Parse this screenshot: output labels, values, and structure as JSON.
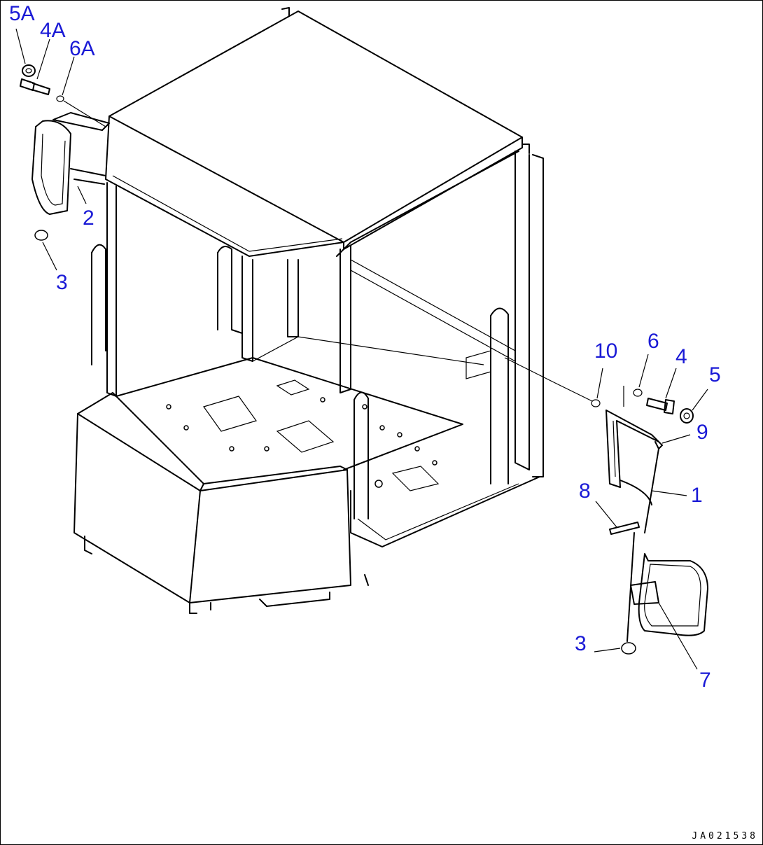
{
  "drawing_code": "JA021538",
  "callouts": {
    "c5a": "5A",
    "c4a": "4A",
    "c6a": "6A",
    "c2": "2",
    "c3_left": "3",
    "c10": "10",
    "c6": "6",
    "c4": "4",
    "c5": "5",
    "c9": "9",
    "c1": "1",
    "c8": "8",
    "c3_right": "3",
    "c7": "7"
  },
  "colors": {
    "callout": "#1a1ad6",
    "line": "#000000"
  }
}
